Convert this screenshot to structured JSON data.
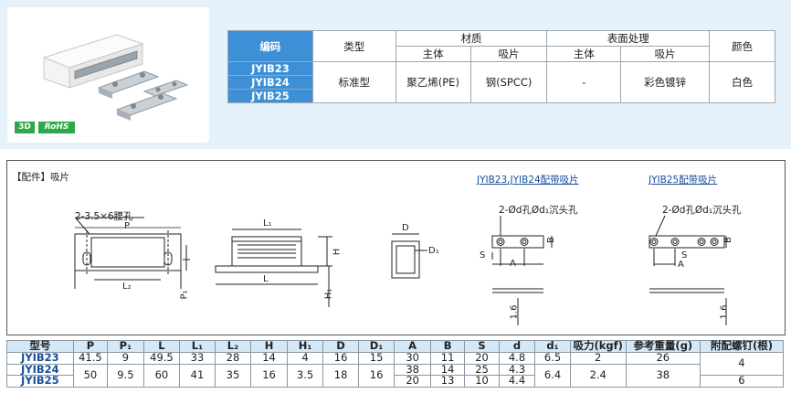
{
  "badges": {
    "threed": "3D",
    "rohs": "RoHS"
  },
  "spec_table": {
    "headers": {
      "code": "编码",
      "type": "类型",
      "material": "材质",
      "surface": "表面处理",
      "color": "颜色"
    },
    "subheaders": {
      "mat_body": "主体",
      "mat_plate": "吸片",
      "sur_body": "主体",
      "sur_plate": "吸片"
    },
    "codes": [
      "JYIB23",
      "JYIB24",
      "JYIB25"
    ],
    "type": "标准型",
    "mat_body": "聚乙烯(PE)",
    "mat_plate": "钢(SPCC)",
    "sur_body": "-",
    "sur_plate": "彩色镀锌",
    "color": "白色"
  },
  "drawing": {
    "section_label": "【配件】吸片",
    "right_title_1": "JYIB23,JYIB24配带吸片",
    "right_title_2": "JYIB25配带吸片",
    "note_slot": "2-3.5×6腰孔",
    "note_hole": "2-Ød孔Ød₁沉头孔",
    "dims": {
      "P": "P",
      "L2": "L₂",
      "P1": "P₁",
      "L1": "L₁",
      "L": "L",
      "H": "H",
      "H1": "H₁",
      "D": "D",
      "D1": "D₁",
      "S": "S",
      "A": "A",
      "B": "B",
      "t": "1.6"
    }
  },
  "data_table": {
    "headers": [
      "型号",
      "P",
      "P₁",
      "L",
      "L₁",
      "L₂",
      "H",
      "H₁",
      "D",
      "D₁",
      "A",
      "B",
      "S",
      "d",
      "d₁",
      "吸力(kgf)",
      "参考重量(g)",
      "附配螺钉(根)"
    ],
    "row1": {
      "code": "JYIB23",
      "P": "41.5",
      "P1": "9",
      "L": "49.5",
      "L1": "33",
      "L2": "28",
      "H": "14",
      "H1": "4",
      "D": "16",
      "D1": "15",
      "A": "30",
      "B": "11",
      "S": "20",
      "d": "4.8",
      "d1": "6.5",
      "force": "2",
      "weight": "26"
    },
    "row2": {
      "code": "JYIB24",
      "A": "38",
      "B": "14",
      "S": "25",
      "d": "4.3"
    },
    "row3": {
      "code": "JYIB25",
      "A": "20",
      "B": "13",
      "S": "10",
      "d": "4.4"
    },
    "shared": {
      "P": "50",
      "P1": "9.5",
      "L": "60",
      "L1": "41",
      "L2": "35",
      "H": "16",
      "H1": "3.5",
      "D": "18",
      "D1": "16",
      "d1": "6.4",
      "force": "2.4",
      "weight": "38"
    },
    "screws_23_24": "4",
    "screws_25": "6"
  }
}
